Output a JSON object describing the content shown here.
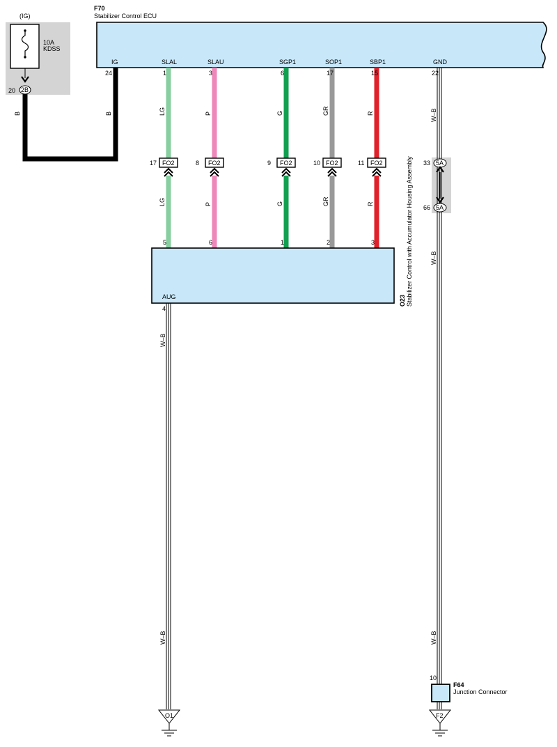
{
  "fuse": {
    "supply": "(IG)",
    "rating": "10A",
    "name": "KDSS",
    "pin": "20",
    "connector": "2B"
  },
  "ecu": {
    "code": "F70",
    "name": "Stabilizer Control ECU",
    "ig_label": "IG",
    "ig_pin": "24",
    "gnd_label": "GND",
    "gnd_pin": "22"
  },
  "wires": [
    {
      "signal": "SLAL",
      "ecu_pin": "1",
      "color_code": "LG",
      "conn_pin": "17",
      "conn": "FO2",
      "acc_pin": "5",
      "hex": "#88cfa0"
    },
    {
      "signal": "SLAU",
      "ecu_pin": "3",
      "color_code": "P",
      "conn_pin": "8",
      "conn": "FO2",
      "acc_pin": "6",
      "hex": "#ee88bb"
    },
    {
      "signal": "SGP1",
      "ecu_pin": "6",
      "color_code": "G",
      "conn_pin": "9",
      "conn": "FO2",
      "acc_pin": "1",
      "hex": "#10a050"
    },
    {
      "signal": "SOP1",
      "ecu_pin": "17",
      "color_code": "GR",
      "conn_pin": "10",
      "conn": "FO2",
      "acc_pin": "2",
      "hex": "#999999"
    },
    {
      "signal": "SBP1",
      "ecu_pin": "15",
      "color_code": "R",
      "conn_pin": "11",
      "conn": "FO2",
      "acc_pin": "3",
      "hex": "#e0202a"
    }
  ],
  "ig_wire_code": "B",
  "accumulator": {
    "code": "O23",
    "name": "Stabilizer Control with Accumulator Housing Assembly",
    "aug_label": "AUG",
    "aug_pin": "4"
  },
  "ground_wire_code": "W–B",
  "gnd_connector": {
    "pin_a": "33",
    "conn_a": "5A",
    "pin_b": "66",
    "conn_b": "5A"
  },
  "junction": {
    "code": "F64",
    "name": "Junction Connector",
    "pin": "10"
  },
  "grounds": {
    "left": "O1",
    "right": "F2"
  }
}
